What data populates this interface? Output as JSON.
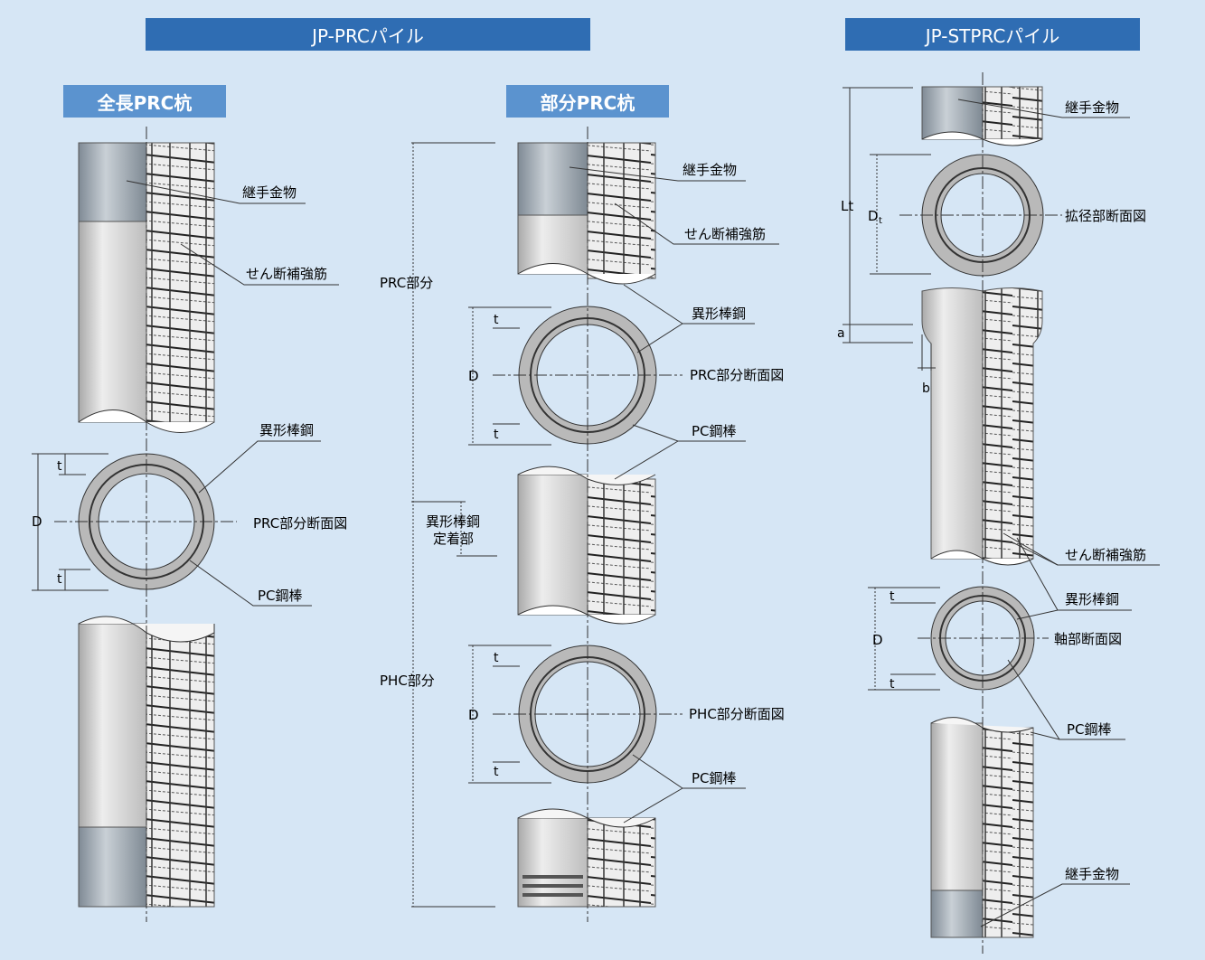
{
  "headers": {
    "prc": "JP-PRCパイル",
    "stprc": "JP-STPRCパイル",
    "full_prc": "全長PRC杭",
    "partial_prc": "部分PRC杭"
  },
  "labels": {
    "joint": "継手金物",
    "shear_bar": "せん断補強筋",
    "deformed_bar": "異形棒鋼",
    "pc_bar": "PC鋼棒",
    "prc_section": "PRC部分断面図",
    "phc_section": "PHC部分断面図",
    "enlarged_section": "拡径部断面図",
    "shaft_section": "軸部断面図",
    "prc_part": "PRC部分",
    "phc_part": "PHC部分",
    "anchor_line1": "異形棒鋼",
    "anchor_line2": "定着部",
    "dim_D": "D",
    "dim_t": "t",
    "dim_Lt": "Lt",
    "dim_Dt": "D",
    "dim_Dt_sub": "t",
    "dim_a": "a",
    "dim_b": "b"
  },
  "colors": {
    "background": "#d6e6f5",
    "header": "#2f6db3",
    "subheader": "#5b93cf",
    "pile_grey": "#c8c8c8",
    "joint_grey": "#8b97a3"
  }
}
